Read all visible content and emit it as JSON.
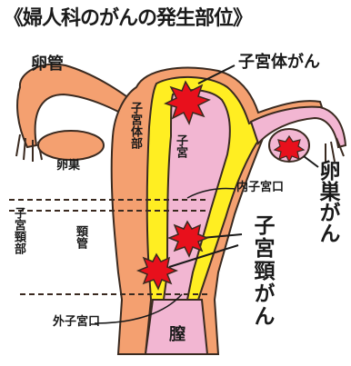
{
  "title": "《婦人科のがんの発生部位》",
  "labels": {
    "oviduct": "卵管",
    "ovary": "卵巣",
    "uterine_body": "子宮体部",
    "uterus": "子宮",
    "cervix": "頸管",
    "cervix_region": "子宮頸部",
    "internal_os": "内子宮口",
    "external_os": "外子宮口",
    "vagina": "膣"
  },
  "cancers": {
    "endometrial": "子宮体がん",
    "ovarian": "卵巣がん",
    "cervical": "子宮頸がん"
  },
  "colors": {
    "muscle": "#f4a070",
    "lumen": "#f2b6d2",
    "lining": "#ffee22",
    "tumor": "#e8101c",
    "outline": "#3a2a20"
  }
}
